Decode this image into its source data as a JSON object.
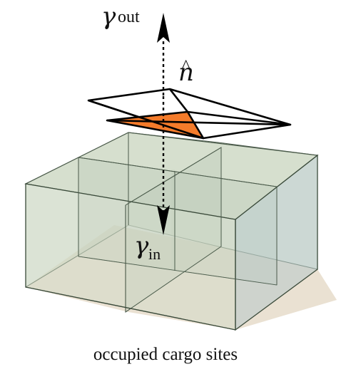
{
  "labels": {
    "gamma_out_symbol": "γ",
    "gamma_out_sub": "out",
    "n_hat_symbol": "n",
    "n_hat_accent": "^",
    "gamma_in_symbol": "γ",
    "gamma_in_sub": "in",
    "caption": "occupied cargo sites"
  },
  "colors": {
    "highlighted_triangle": "#f47b2a",
    "box_fill_side": "#c9d8c4",
    "box_fill_floor": "#d9c8ad",
    "box_edge": "#3a4a3a",
    "tile_edge": "#000000",
    "arrow": "#000000"
  },
  "diagram": {
    "grid": "2x2 box of cargo sites",
    "tile": "rhombus split into 4 triangles, one highlighted"
  }
}
